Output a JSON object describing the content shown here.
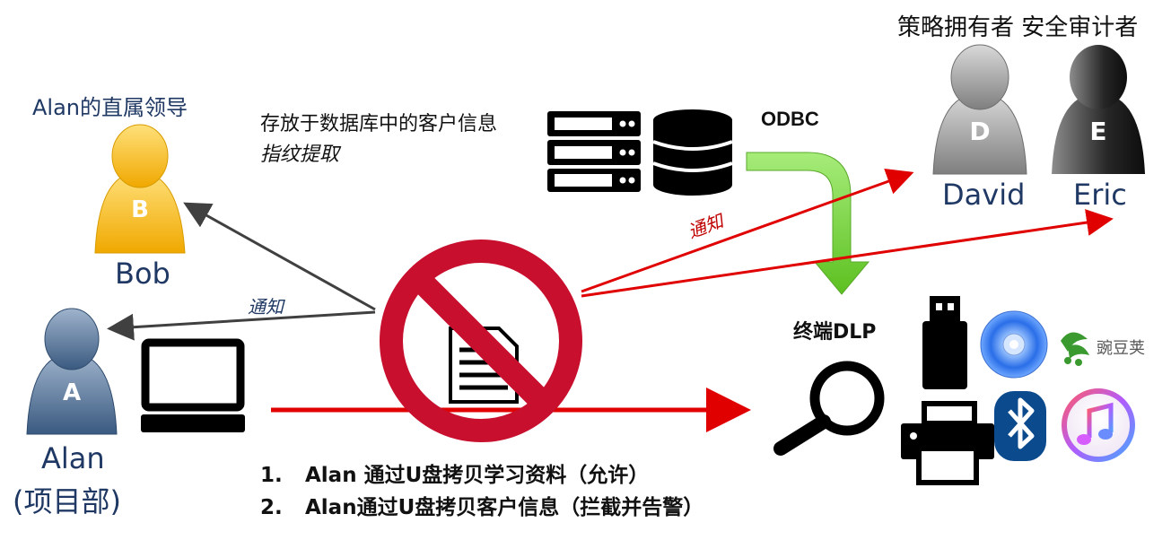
{
  "labels": {
    "roles_header": "策略拥有者 安全审计者",
    "bob_title": "Alan的直属领导",
    "bob_name": "Bob",
    "alan_name": "Alan",
    "alan_dept": "(项目部)",
    "david_name": "David",
    "eric_name": "Eric",
    "db_line1": "存放于数据库中的客户信息",
    "db_line2": "指纹提取",
    "odbc": "ODBC",
    "notify_left": "通知",
    "notify_right": "通知",
    "dlp": "终端DLP",
    "wandoujia": "豌豆荚"
  },
  "avatars": {
    "A": {
      "letter": "A",
      "color": "#4f6e93"
    },
    "B": {
      "letter": "B",
      "color": "#f5b800"
    },
    "D": {
      "letter": "D",
      "color": "#a6a6a6"
    },
    "E": {
      "letter": "E",
      "color": "#262626"
    }
  },
  "steps": [
    {
      "num": "1.",
      "text": "Alan 通过U盘拷贝学习资料（允许）"
    },
    {
      "num": "2.",
      "text": "Alan通过U盘拷贝客户信息（拦截并告警）"
    }
  ],
  "colors": {
    "arrow_red": "#e00000",
    "arrow_gray": "#404040",
    "prohibit_red": "#c8102e",
    "odbc_green": "#7fd63f",
    "text_navy": "#1f3864"
  },
  "icons": [
    "person-icon",
    "laptop-icon",
    "server-icon",
    "database-icon",
    "prohibit-icon",
    "document-icon",
    "magnifier-icon",
    "usb-icon",
    "cd-icon",
    "bluetooth-icon",
    "printer-icon",
    "music-icon",
    "wandoujia-icon"
  ]
}
